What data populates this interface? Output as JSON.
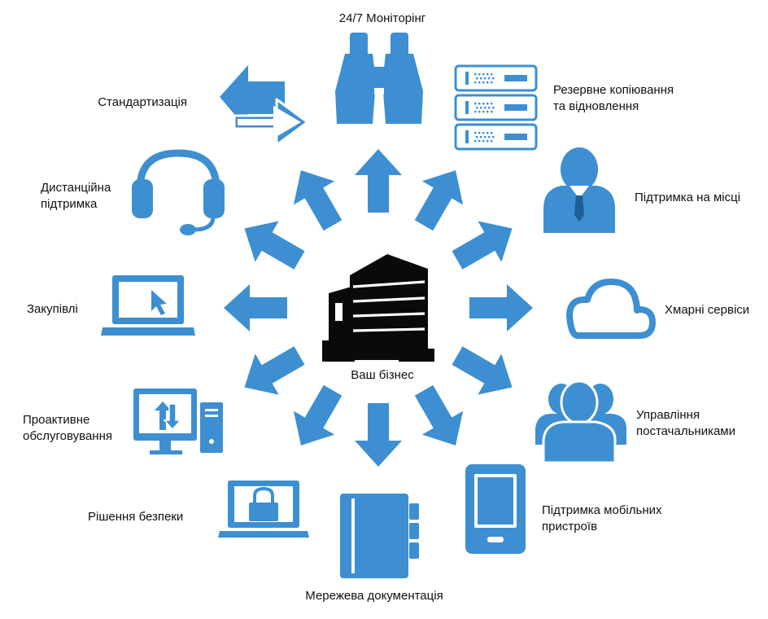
{
  "center": {
    "label": "Ваш бізнес",
    "icon": "office-building-icon"
  },
  "colors": {
    "accent": "#3d8fd1",
    "building": "#0a0a0a",
    "text": "#111111",
    "background": "#ffffff"
  },
  "services": [
    {
      "id": "monitoring",
      "lines": [
        "24/7 Моніторінг"
      ],
      "icon": "binoculars-icon"
    },
    {
      "id": "backup",
      "lines": [
        "Резервне копіювання",
        "та відновлення"
      ],
      "icon": "server-rack-icon"
    },
    {
      "id": "onsite",
      "lines": [
        "Підтримка на місці"
      ],
      "icon": "businessman-icon"
    },
    {
      "id": "cloud",
      "lines": [
        "Хмарні сервіси"
      ],
      "icon": "cloud-icon"
    },
    {
      "id": "vendors",
      "lines": [
        "Управління",
        "постачальниками"
      ],
      "icon": "people-group-icon"
    },
    {
      "id": "mobile",
      "lines": [
        "Підтримка мобільних",
        "пристроїв"
      ],
      "icon": "tablet-icon"
    },
    {
      "id": "docs",
      "lines": [
        "Мережева документація"
      ],
      "icon": "notebook-icon"
    },
    {
      "id": "security",
      "lines": [
        "Рішення безпеки"
      ],
      "icon": "laptop-lock-icon"
    },
    {
      "id": "proactive",
      "lines": [
        "Проактивне",
        "обслуговування"
      ],
      "icon": "desktop-update-icon"
    },
    {
      "id": "procurement",
      "lines": [
        "Закупівлі"
      ],
      "icon": "laptop-cursor-icon"
    },
    {
      "id": "remote",
      "lines": [
        "Дистанційна",
        "підтримка"
      ],
      "icon": "headset-icon"
    },
    {
      "id": "standardization",
      "lines": [
        "Стандартизація"
      ],
      "icon": "exchange-arrows-icon"
    }
  ]
}
